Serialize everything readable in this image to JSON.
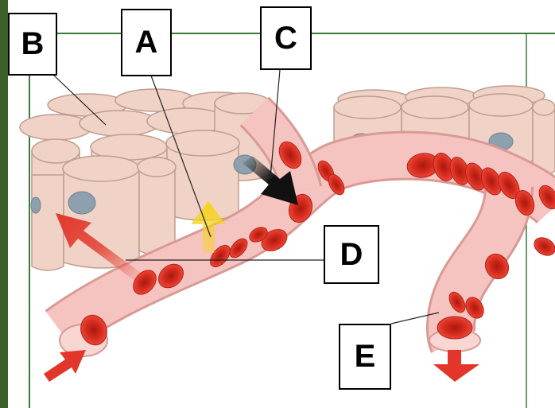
{
  "labels": {
    "a": "A",
    "b": "B",
    "c": "C",
    "d": "D",
    "e": "E"
  },
  "colors": {
    "frame_green": "#3a7a3a",
    "cell_fill": "#f0d3c6",
    "cell_outline": "#bf9d91",
    "nucleus": "#8ea0ad",
    "vessel_fill": "#f6c4c0",
    "vessel_outline": "#d99a95",
    "rbc": "#d42a1c",
    "arrow_red": "#e2362a",
    "arrow_yellow": "#f6d31c",
    "arrow_black": "#111111"
  }
}
